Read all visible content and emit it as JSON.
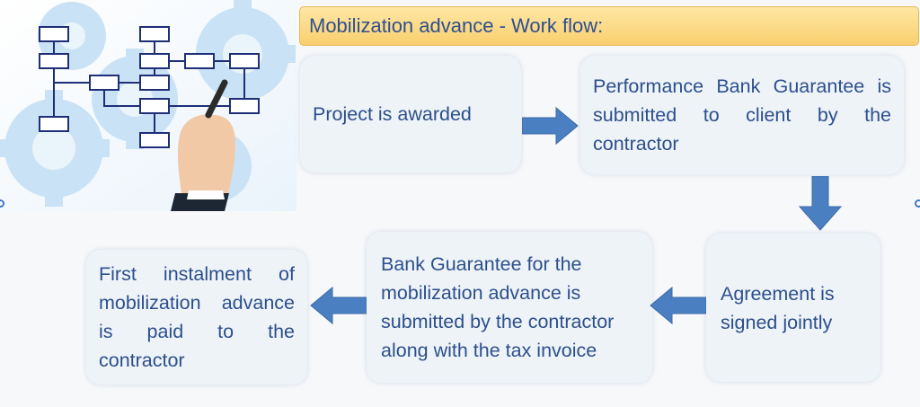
{
  "title": "Mobilization advance - Work flow:",
  "steps": {
    "project_awarded": "Project is awarded",
    "performance_guarantee": "Performance Bank Guarantee is submitted to client by the contractor",
    "agreement_signed": "Agreement is signed jointly",
    "bank_guarantee": "Bank Guarantee for the mobilization advance is submitted by the contractor along with the tax invoice",
    "first_instalment": "First instalment of mobilization advance is paid to the contractor"
  },
  "colors": {
    "title_fill": "#f9cf6e",
    "title_text": "#2f4f8f",
    "box_fill": "#eef3f8",
    "box_text": "#2c4f8c",
    "arrow_fill": "#4a80c2"
  },
  "illustration": "hand drawing flowchart over gears"
}
